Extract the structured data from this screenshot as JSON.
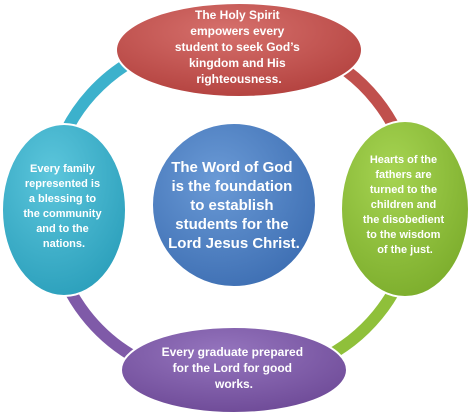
{
  "center": {
    "lines": [
      "The Word of God",
      "is the foundation",
      "to establish",
      "students for the",
      "Lord Jesus Christ."
    ],
    "color": "#4a7cc0"
  },
  "nodes": {
    "top": {
      "lines": [
        "The Holy Spirit",
        "empowers every",
        "student to seek God’s",
        "kingdom and His",
        "righteousness."
      ],
      "color": "#c0504d"
    },
    "right": {
      "lines": [
        "Hearts of the",
        "fathers are",
        "turned to the",
        "children and",
        "the disobedient",
        "to the wisdom",
        "of the just."
      ],
      "color": "#8fc03a"
    },
    "bottom": {
      "lines": [
        "Every graduate prepared",
        "for the Lord for good",
        "works."
      ],
      "color": "#7f5aa8"
    },
    "left": {
      "lines": [
        "Every family",
        "represented is",
        "a blessing to",
        "the community",
        "and to the",
        "nations."
      ],
      "color": "#3cb1cc"
    }
  },
  "ring_colors": {
    "top_right": "#c0504d",
    "right_bottom": "#8fc03a",
    "bottom_left": "#7f5aa8",
    "left_top": "#3cb1cc"
  }
}
